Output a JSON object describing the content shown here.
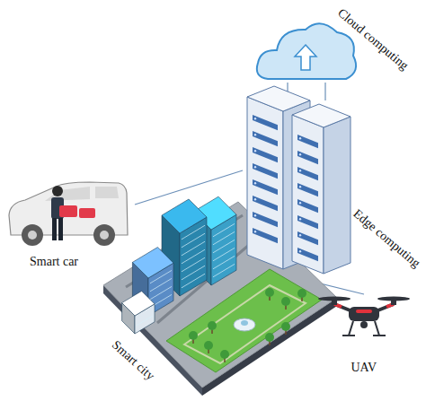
{
  "diagram": {
    "nodes": [
      {
        "text": [
          "Cloud computing"
        ]
      },
      {
        "text": [
          "Edge computing"
        ]
      },
      {
        "text": [
          "Smart car"
        ]
      },
      {
        "text": [
          "Smart city"
        ]
      },
      {
        "text": [
          "UAV"
        ]
      }
    ],
    "edges": [
      {
        "from": 0,
        "to": 1,
        "arrow": "none"
      },
      {
        "from": 0,
        "to": 1,
        "arrow": "none"
      },
      {
        "from": 1,
        "to": 2,
        "arrow": "none"
      },
      {
        "from": 1,
        "to": 3,
        "arrow": "none"
      },
      {
        "from": 1,
        "to": 3,
        "arrow": "none"
      },
      {
        "from": 1,
        "to": 4,
        "arrow": "none"
      }
    ]
  }
}
